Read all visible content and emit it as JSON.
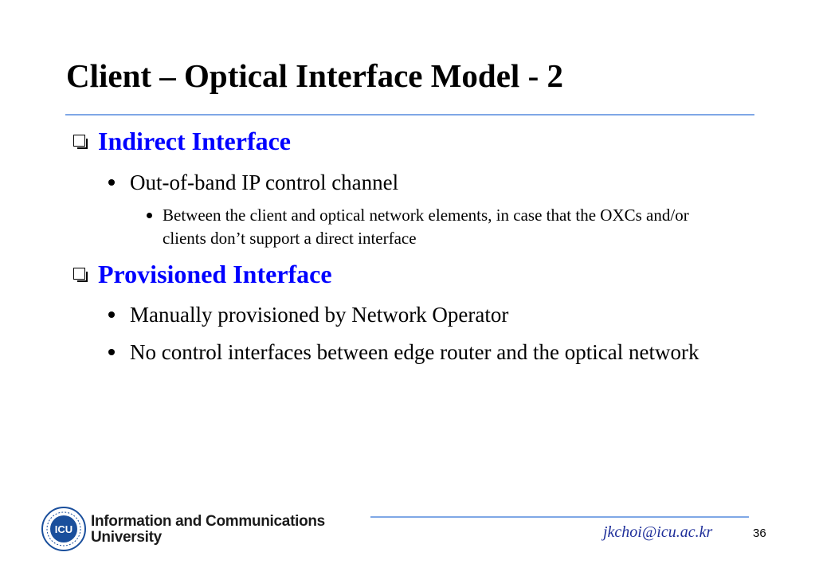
{
  "slide": {
    "title": "Client – Optical Interface Model - 2",
    "sections": [
      {
        "heading": "Indirect Interface",
        "bullets": [
          {
            "text": "Out-of-band IP control channel",
            "sub": [
              "Between the client and optical network elements, in case that the OXCs and/or clients don’t support a direct interface"
            ]
          }
        ]
      },
      {
        "heading": "Provisioned Interface",
        "bullets": [
          {
            "text": "Manually provisioned by Network Operator"
          },
          {
            "text": "No control interfaces between edge router and the optical network"
          }
        ]
      }
    ]
  },
  "footer": {
    "logo_text": "ICU",
    "university_line1": "Information and Communications",
    "university_line2": "University",
    "email": "jkchoi@icu.ac.kr",
    "page_number": "36"
  },
  "colors": {
    "heading": "#0000ff",
    "rule": "#7fa7e6",
    "logo": "#1a4f9c"
  }
}
